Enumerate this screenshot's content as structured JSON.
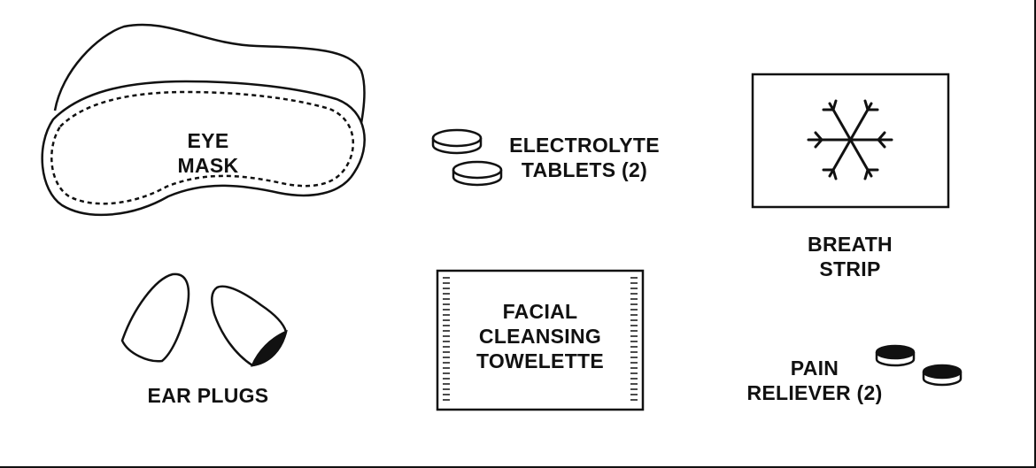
{
  "items": {
    "eye_mask": {
      "lines": [
        "EYE",
        "MASK"
      ]
    },
    "electrolyte": {
      "lines": [
        "ELECTROLYTE",
        "TABLETS (2)"
      ]
    },
    "breath_strip": {
      "lines": [
        "BREATH",
        "STRIP"
      ]
    },
    "ear_plugs": {
      "lines": [
        "EAR PLUGS"
      ]
    },
    "towelette": {
      "lines": [
        "FACIAL",
        "CLEANSING",
        "TOWELETTE"
      ]
    },
    "pain_reliever": {
      "lines": [
        "PAIN",
        "RELIEVER (2)"
      ]
    }
  },
  "colors": {
    "ink": "#111111",
    "background": "#ffffff"
  },
  "icons": [
    "eye-mask-icon",
    "tablet-icon",
    "snowflake-icon",
    "ear-plug-icon",
    "towelette-icon",
    "pill-icon"
  ]
}
